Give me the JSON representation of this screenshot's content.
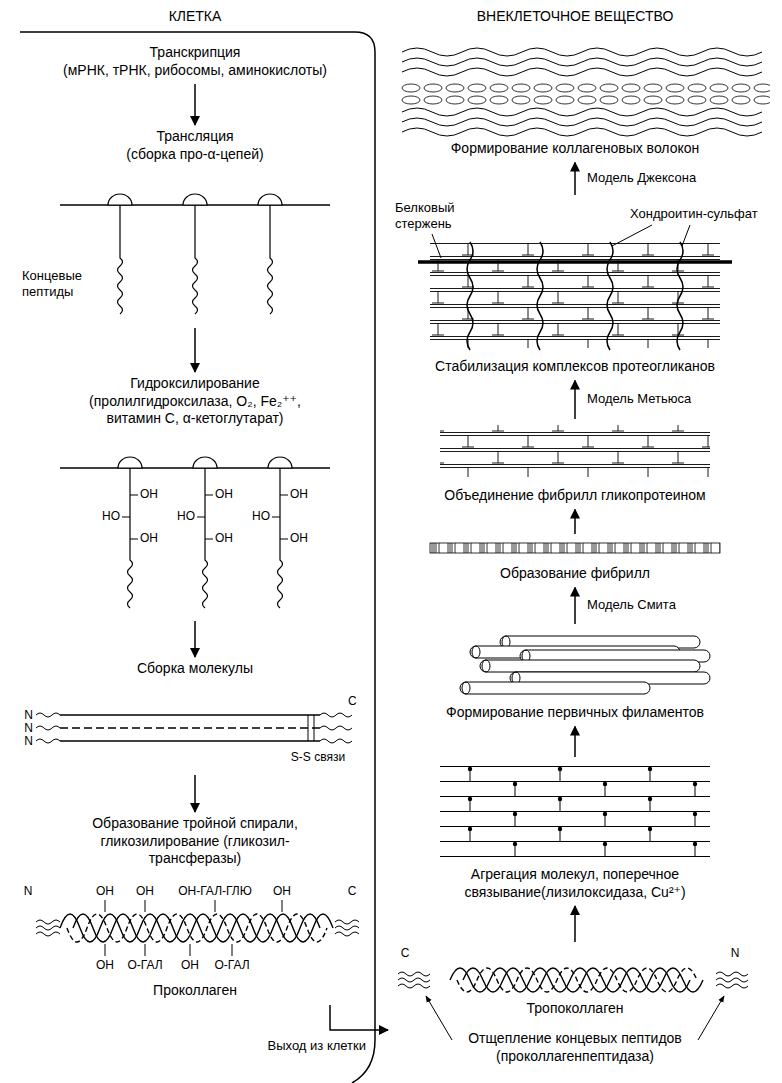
{
  "diagram": {
    "nodes": [
      {
        "text": [
          "Транскрипция",
          "(мРНК, тРНК, рибосомы, аминокислоты)"
        ]
      },
      {
        "text": [
          "Трансляция",
          "(сборка про-α-цепей)"
        ]
      },
      {
        "text": [
          "Гидроксилирование",
          "(пролилгидроксилаза, O₂, Fe₂⁺⁺, витамин С, α-кетоглутарат)"
        ]
      },
      {
        "text": [
          "Сборка молекулы"
        ]
      },
      {
        "text": [
          "Образование тройной спирали, гликозилирование (гликозил-трансферазы)"
        ]
      },
      {
        "text": [
          "Отщепление концевых пептидов (проколлагенпептидаза)"
        ]
      },
      {
        "text": [
          "Агрегация молекул, поперечное связывание(лизилоксидаза, Cu²⁺)"
        ]
      },
      {
        "text": [
          "Формирование первичных филаментов"
        ]
      },
      {
        "text": [
          "Образование фибрилл"
        ]
      },
      {
        "text": [
          "Объединение фибрилл гликопротеином"
        ]
      },
      {
        "text": [
          "Стабилизация комплексов протеогликанов"
        ]
      },
      {
        "text": [
          "Формирование коллагеновых волокон"
        ]
      }
    ],
    "edges": [
      {
        "from": 0,
        "to": 1,
        "arrow": "to"
      },
      {
        "from": 1,
        "to": 2,
        "arrow": "to"
      },
      {
        "from": 2,
        "to": 3,
        "arrow": "to"
      },
      {
        "from": 3,
        "to": 4,
        "arrow": "to"
      },
      {
        "from": 4,
        "to": 5,
        "label": "Выход из клетки",
        "arrow": "to"
      },
      {
        "from": 5,
        "to": 6,
        "arrow": "to"
      },
      {
        "from": 6,
        "to": 7,
        "arrow": "to"
      },
      {
        "from": 7,
        "to": 8,
        "label": "Модель Смита",
        "arrow": "to"
      },
      {
        "from": 8,
        "to": 9,
        "arrow": "to"
      },
      {
        "from": 9,
        "to": 10,
        "label": "Модель Метьюса",
        "arrow": "to"
      },
      {
        "from": 10,
        "to": 11,
        "label": "Модель Джексона",
        "arrow": "to"
      }
    ],
    "labels": [
      "КЛЕТКА",
      "ВНЕКЛЕТОЧНОЕ ВЕЩЕСТВО",
      "Концевые пептиды",
      "OH",
      "HO",
      "OH",
      "OH",
      "HO",
      "OH",
      "OH",
      "HO",
      "OH",
      "N",
      "N",
      "N",
      "C",
      "S-S связи",
      "N",
      "OH",
      "OH",
      "OH-ГАЛ-ГЛЮ",
      "OH",
      "C",
      "OH",
      "O-ГАЛ",
      "OH",
      "O-ГАЛ",
      "Проколлаген",
      "C",
      "N",
      "Тропоколлаген",
      "Белковый стержень",
      "Хондроитин-сульфат"
    ]
  }
}
